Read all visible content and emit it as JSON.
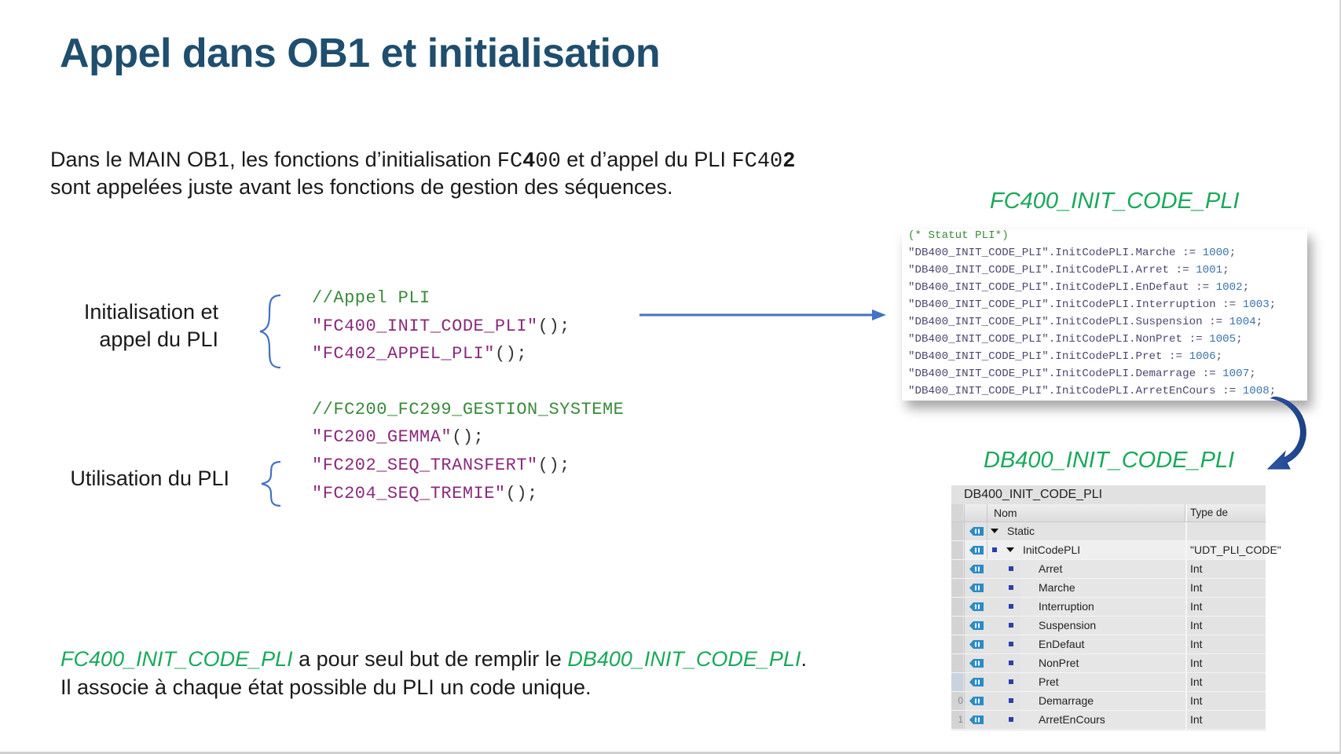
{
  "slide": {
    "title": "Appel dans OB1 et initialisation",
    "intro": {
      "line1_part1": "Dans le MAIN OB1, les fonctions d’initialisation ",
      "fc400_prefix": "FC",
      "fc400_num": "4",
      "fc400_suffix": "00",
      "line1_part2": " et d’appel du PLI ",
      "fc402_prefix": "FC40",
      "fc402_bold": "2",
      "line2": "sont appelées juste avant les fonctions de gestion des séquences."
    },
    "labels": {
      "init_line1": "Initialisation et",
      "init_line2": "appel du PLI",
      "usage": "Utilisation du PLI"
    },
    "ob1_code": {
      "lines": [
        {
          "type": "comment",
          "text": "//Appel PLI"
        },
        {
          "type": "call",
          "name": "\"FC400_INIT_CODE_PLI\"",
          "tail": "();"
        },
        {
          "type": "call",
          "name": "\"FC402_APPEL_PLI\"",
          "tail": "();"
        },
        {
          "type": "comment",
          "text": "//FC200_FC299_GESTION_SYSTEME"
        },
        {
          "type": "call",
          "name": "\"FC200_GEMMA\"",
          "tail": "();"
        },
        {
          "type": "call",
          "name": "\"FC202_SEQ_TRANSFERT\"",
          "tail": "();"
        },
        {
          "type": "call",
          "name": "\"FC204_SEQ_TREMIE\"",
          "tail": "();"
        }
      ]
    },
    "fc400_panel": {
      "caption": "FC400_INIT_CODE_PLI",
      "comment": "(* Statut PLI*)",
      "assignments": [
        {
          "lhs": "\"DB400_INIT_CODE_PLI\".InitCodePLI.Marche := ",
          "value": "1000"
        },
        {
          "lhs": "\"DB400_INIT_CODE_PLI\".InitCodePLI.Arret := ",
          "value": "1001"
        },
        {
          "lhs": "\"DB400_INIT_CODE_PLI\".InitCodePLI.EnDefaut := ",
          "value": "1002"
        },
        {
          "lhs": "\"DB400_INIT_CODE_PLI\".InitCodePLI.Interruption := ",
          "value": "1003"
        },
        {
          "lhs": "\"DB400_INIT_CODE_PLI\".InitCodePLI.Suspension := ",
          "value": "1004"
        },
        {
          "lhs": "\"DB400_INIT_CODE_PLI\".InitCodePLI.NonPret := ",
          "value": "1005"
        },
        {
          "lhs": "\"DB400_INIT_CODE_PLI\".InitCodePLI.Pret := ",
          "value": "1006"
        },
        {
          "lhs": "\"DB400_INIT_CODE_PLI\".InitCodePLI.Demarrage := ",
          "value": "1007"
        },
        {
          "lhs": "\"DB400_INIT_CODE_PLI\".InitCodePLI.ArretEnCours := ",
          "value": "1008"
        }
      ],
      "terminator": ";"
    },
    "db400_table": {
      "caption": "DB400_INIT_CODE_PLI",
      "title": "DB400_INIT_CODE_PLI",
      "columns": {
        "name": "Nom",
        "type": "Type de données"
      },
      "rows": [
        {
          "idx": "",
          "name": "Static",
          "type": "",
          "level": 0,
          "expanded": true,
          "bullet": false
        },
        {
          "idx": "",
          "name": "InitCodePLI",
          "type": "\"UDT_PLI_CODE\"",
          "level": 1,
          "expanded": true,
          "bullet": true
        },
        {
          "idx": "",
          "name": "Arret",
          "type": "Int",
          "level": 2,
          "bullet": true
        },
        {
          "idx": "",
          "name": "Marche",
          "type": "Int",
          "level": 2,
          "bullet": true
        },
        {
          "idx": "",
          "name": "Interruption",
          "type": "Int",
          "level": 2,
          "bullet": true
        },
        {
          "idx": "",
          "name": "Suspension",
          "type": "Int",
          "level": 2,
          "bullet": true
        },
        {
          "idx": "",
          "name": "EnDefaut",
          "type": "Int",
          "level": 2,
          "bullet": true
        },
        {
          "idx": "",
          "name": "NonPret",
          "type": "Int",
          "level": 2,
          "bullet": true
        },
        {
          "idx": "",
          "name": "Pret",
          "type": "Int",
          "level": 2,
          "bullet": true
        },
        {
          "idx": "0",
          "name": "Demarrage",
          "type": "Int",
          "level": 2,
          "bullet": true
        },
        {
          "idx": "1",
          "name": "ArretEnCours",
          "type": "Int",
          "level": 2,
          "bullet": true
        }
      ]
    },
    "conclusion": {
      "fc_ref": "FC400_INIT_CODE_PLI",
      "mid": " a pour seul but de remplir le ",
      "db_ref": "DB400_INIT_CODE_PLI",
      "end": ".",
      "line2": "Il associe à chaque état possible du PLI un code unique."
    },
    "colors": {
      "title": "#1f4e6e",
      "accent_green": "#19a95a",
      "arrow_blue": "#4472c4",
      "code_comment": "#3a8a3a",
      "code_string": "#8a2a7a"
    }
  }
}
